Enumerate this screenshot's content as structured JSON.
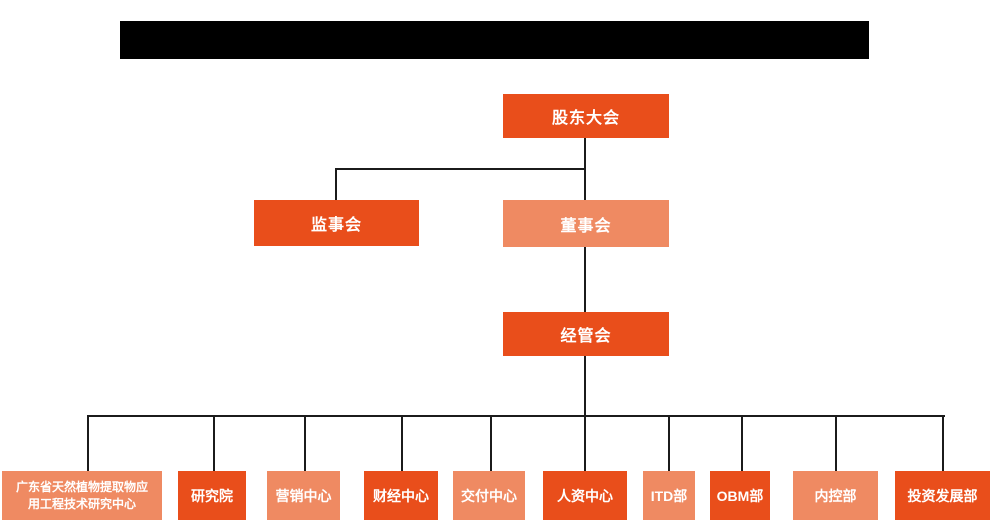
{
  "colors": {
    "primary": "#e94e1b",
    "secondary": "#ef8a62",
    "line": "#1b1b1b",
    "text": "#ffffff",
    "redacted": "#000000"
  },
  "org": {
    "shareholders_label": "股东大会",
    "supervisory_label": "监事会",
    "board_label": "董事会",
    "management_label": "经管会",
    "departments": [
      {
        "label": "广东省天然植物提取物应用工程技术研究中心"
      },
      {
        "label": "研究院"
      },
      {
        "label": "营销中心"
      },
      {
        "label": "财经中心"
      },
      {
        "label": "交付中心"
      },
      {
        "label": "人资中心"
      },
      {
        "label": "ITD部"
      },
      {
        "label": "OBM部"
      },
      {
        "label": "内控部"
      },
      {
        "label": "投资发展部"
      }
    ]
  }
}
